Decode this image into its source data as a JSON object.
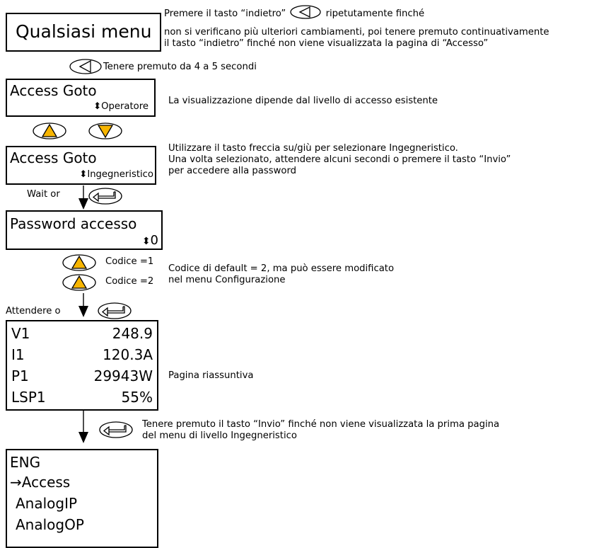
{
  "qualsiasi_menu": "Qualsiasi menu",
  "note_back": {
    "line1_pre": "Premere il tasto “indietro”",
    "line1_post": "ripetutamente finché",
    "line2": "non si verificano più ulteriori cambiamenti, poi tenere premuto continuativamente",
    "line3": "il tasto “indietro” finché non viene visualizzata la pagina di “Accesso”"
  },
  "hold_text": "Tenere premuto da 4 a 5 secondi",
  "access1": {
    "title": "Access Goto",
    "value": "Operatore"
  },
  "note_display": "La visualizzazione dipende dal livello di accesso esistente",
  "access2": {
    "title": "Access Goto",
    "value": "Ingegneristico"
  },
  "note_select": {
    "line1": "Utilizzare il tasto freccia su/giù per selezionare Ingegneristico.",
    "line2": "Una volta selezionato, attendere alcuni secondi o premere il tasto “Invio”",
    "line3": "per accedere alla password"
  },
  "wait_or": "Wait or",
  "password": {
    "title": "Password accesso",
    "value": "0"
  },
  "code1": "Codice =1",
  "code2": "Codice =2",
  "note_code": {
    "line1": "Codice di default = 2, ma può essere modificato",
    "line2": "nel menu Configurazione"
  },
  "attendere_o": "Attendere o",
  "summary": {
    "rows": [
      {
        "label": "V1",
        "value": "248.9"
      },
      {
        "label": "I1",
        "value": "120.3A"
      },
      {
        "label": "P1",
        "value": "29943W"
      },
      {
        "label": "LSP1",
        "value": "55%"
      }
    ]
  },
  "note_summary": "Pagina riassuntiva",
  "note_enter": {
    "line1": "Tenere premuto il tasto “Invio” finché non viene visualizzata la prima pagina",
    "line2": "del menu di livello Ingegneristico"
  },
  "eng": {
    "title": "ENG",
    "items": [
      "→Access",
      "AnalogIP",
      "AnalogOP"
    ]
  },
  "colors": {
    "key_fill": "#f7b500",
    "line": "#000000"
  },
  "icons": {
    "back": "back-key-icon",
    "up": "up-key-icon",
    "down": "down-key-icon",
    "enter": "enter-key-icon",
    "updown": "up-down-arrow-icon",
    "flow": "flow-arrow-icon"
  }
}
